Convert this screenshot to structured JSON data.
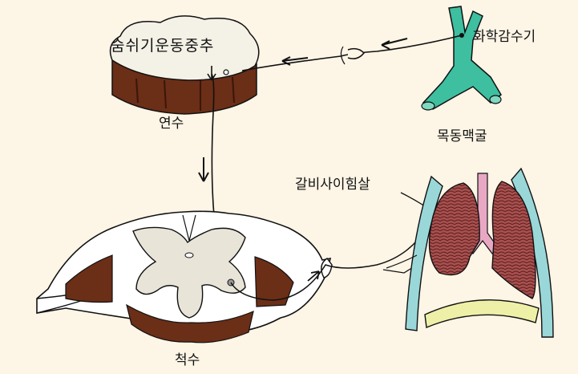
{
  "labels": {
    "respiratory_center": "숨쉬기운동중추",
    "medulla": "연수",
    "chemoreceptor": "화학감수기",
    "carotid_artery": "목동맥굴",
    "intercostal_muscle": "갈비사이힘살",
    "spinal_cord": "척수"
  },
  "colors": {
    "background": "#fdf5e6",
    "tissue_brown": "#6b2e17",
    "grey_matter": "#e8e4d8",
    "artery_teal": "#3dbfa0",
    "lung_red": "#a8504f",
    "rib_cyan": "#9ad7d8",
    "diaphragm_yellow": "#eef0a8",
    "trachea_pink": "#e8a8c4"
  }
}
